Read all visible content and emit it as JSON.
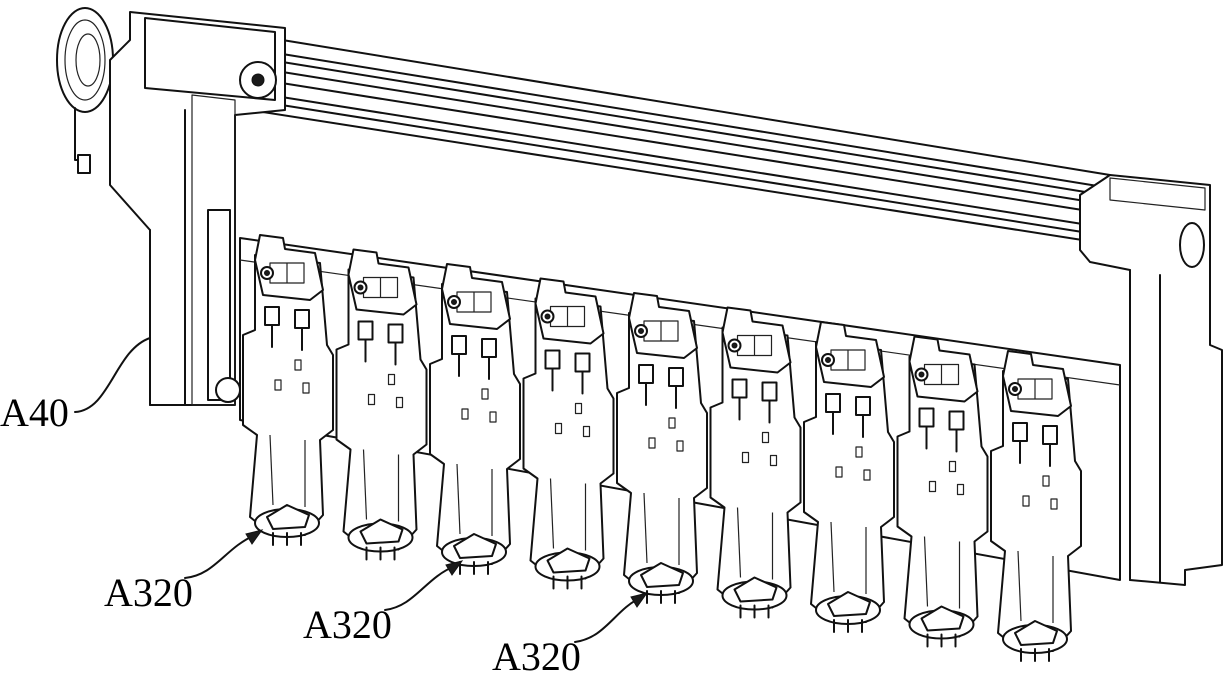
{
  "figure": {
    "labels": {
      "a40": "A40",
      "a320_1": "A320",
      "a320_2": "A320",
      "a320_3": "A320"
    },
    "module_count": 9,
    "colors": {
      "line": "#111111",
      "background": "#ffffff"
    }
  }
}
